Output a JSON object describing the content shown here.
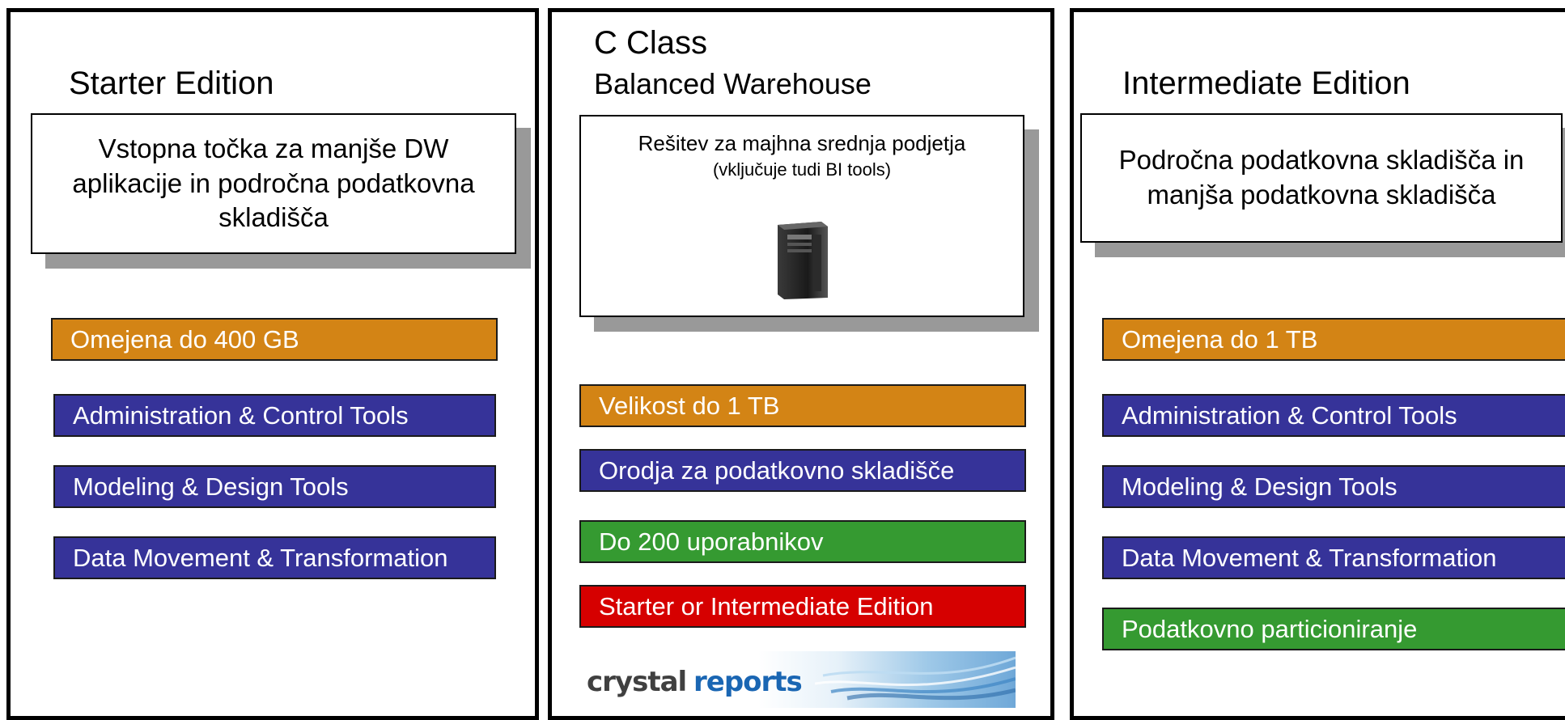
{
  "panels": {
    "starter": {
      "title": "Starter Edition",
      "description": "Vstopna točka za manjše DW aplikacije in področna podatkovna skladišča",
      "bars": [
        {
          "label": "Omejena do 400 GB",
          "color": "#d38415"
        },
        {
          "label": "Administration & Control Tools",
          "color": "#363399"
        },
        {
          "label": "Modeling & Design Tools",
          "color": "#363399"
        },
        {
          "label": "Data Movement & Transformation",
          "color": "#363399"
        }
      ]
    },
    "cclass": {
      "title_line1": "C Class",
      "title_line2": "Balanced Warehouse",
      "description_line1": "Rešitev za majhna srednja podjetja",
      "description_line2": "(vključuje tudi BI tools)",
      "image": "server-tower-icon",
      "bars": [
        {
          "label": "Velikost do 1 TB",
          "color": "#d38415"
        },
        {
          "label": "Orodja za podatkovno skladišče",
          "color": "#363399"
        },
        {
          "label": "Do 200 uporabnikov",
          "color": "#359a31"
        },
        {
          "label": "Starter or Intermediate Edition",
          "color": "#d60000"
        }
      ],
      "logo": {
        "word1": "crystal",
        "word2": "reports"
      }
    },
    "intermediate": {
      "title": "Intermediate Edition",
      "description": "Področna podatkovna skladišča in manjša podatkovna skladišča",
      "bars": [
        {
          "label": "Omejena do 1 TB",
          "color": "#d38415"
        },
        {
          "label": "Administration & Control Tools",
          "color": "#363399"
        },
        {
          "label": "Modeling & Design Tools",
          "color": "#363399"
        },
        {
          "label": "Data Movement & Transformation",
          "color": "#363399"
        },
        {
          "label": "Podatkovno particioniranje",
          "color": "#359a31"
        }
      ]
    }
  }
}
